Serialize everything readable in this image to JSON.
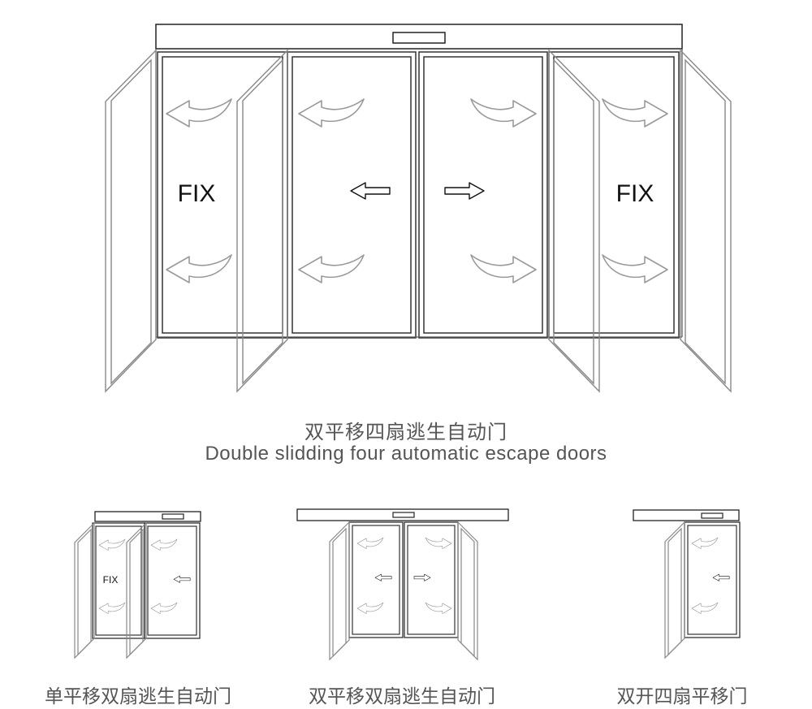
{
  "main_figure": {
    "fix_left": "FIX",
    "fix_right": "FIX",
    "caption_zh": "双平移四扇逃生自动门",
    "caption_en": "Double slidding four automatic escape doors"
  },
  "small_figures": [
    {
      "fix_label": "FIX",
      "caption": "单平移双扇逃生自动门"
    },
    {
      "caption": "双平移双扇逃生自动门"
    },
    {
      "caption": "双开四扇平移门"
    }
  ]
}
